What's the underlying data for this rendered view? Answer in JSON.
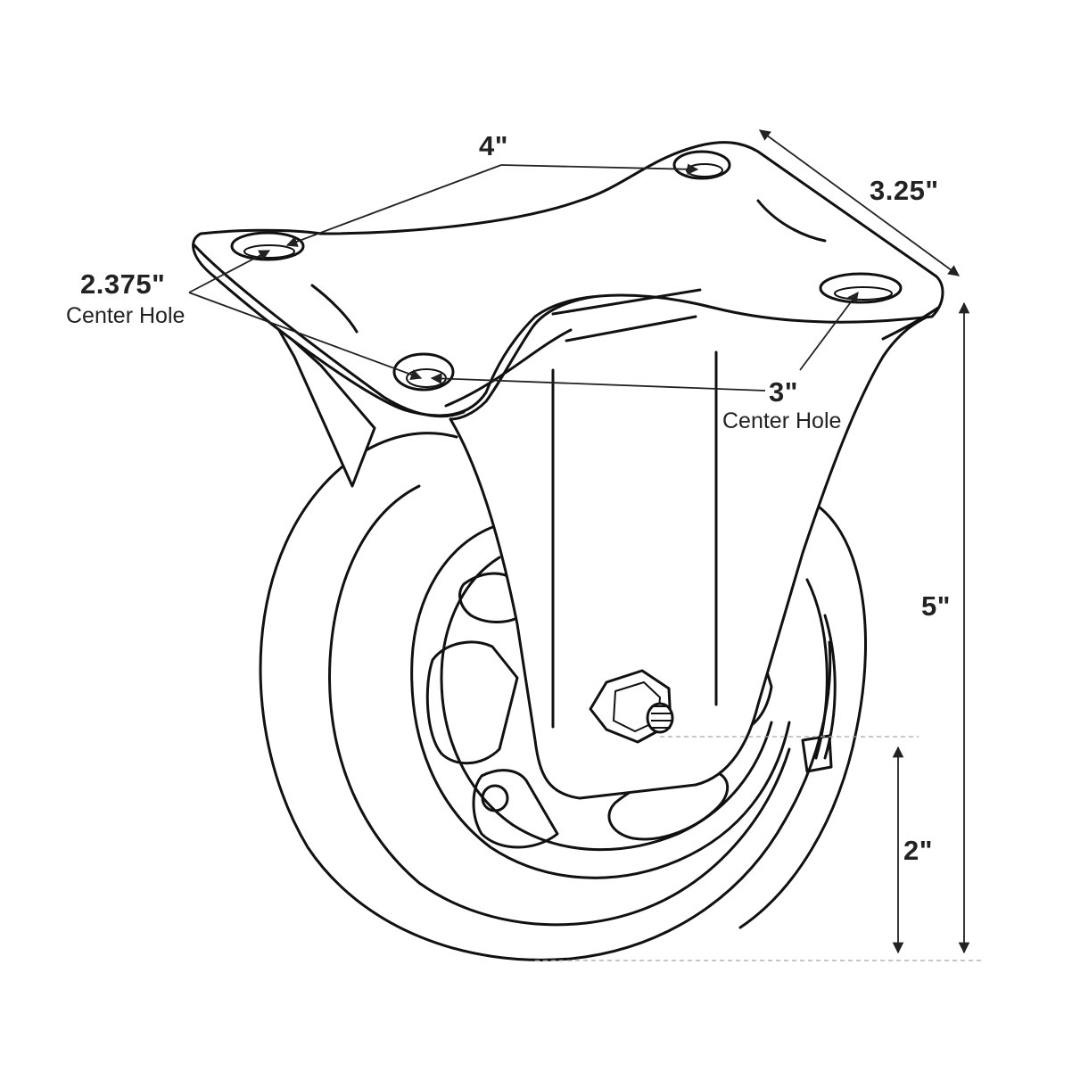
{
  "colors": {
    "line": "#111111",
    "dim": "#222222",
    "guide": "#a8a8a8",
    "background": "#ffffff"
  },
  "dimensions": {
    "plate_length": "4\"",
    "plate_width": "3.25\"",
    "center_hole_short": {
      "value": "2.375\"",
      "note": "Center Hole"
    },
    "center_hole_long": {
      "value": "3\"",
      "note": "Center Hole"
    },
    "overall_height": "5\"",
    "axle_height": "2\""
  }
}
